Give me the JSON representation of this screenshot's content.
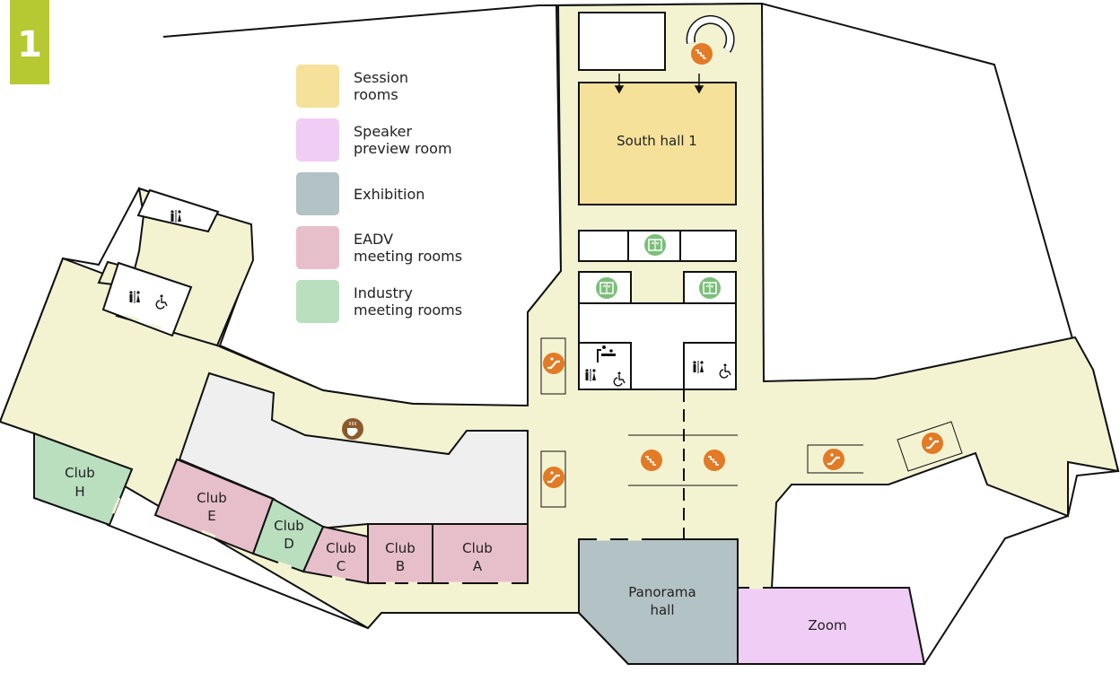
{
  "level": "1",
  "colors": {
    "session": "#f5e19a",
    "speaker_preview": "#f0cdf5",
    "exhibition": "#b3c2c4",
    "eadv": "#e7bfca",
    "industry": "#b9dfbf",
    "corridor": "#f3f3d2",
    "open_area": "#efefef",
    "service_orange": "#e27a26",
    "service_green": "#7bbf7a",
    "cafe_brown": "#8b5a2b",
    "badge_green": "#b6c932"
  },
  "legend": [
    {
      "line1": "Session",
      "line2": "rooms",
      "color": "#f5e19a"
    },
    {
      "line1": "Speaker",
      "line2": "preview room",
      "color": "#f0cdf5"
    },
    {
      "line1": "Exhibition",
      "line2": "",
      "color": "#b3c2c4"
    },
    {
      "line1": "EADV",
      "line2": "meeting rooms",
      "color": "#e7bfca"
    },
    {
      "line1": "Industry",
      "line2": "meeting rooms",
      "color": "#b9dfbf"
    }
  ],
  "rooms": {
    "south_hall": "South hall 1",
    "panorama_1": "Panorama",
    "panorama_2": "hall",
    "zoom": "Zoom",
    "club_a_1": "Club",
    "club_a_2": "A",
    "club_b_1": "Club",
    "club_b_2": "B",
    "club_c_1": "Club",
    "club_c_2": "C",
    "club_d_1": "Club",
    "club_d_2": "D",
    "club_e_1": "Club",
    "club_e_2": "E",
    "club_h_1": "Club",
    "club_h_2": "H"
  },
  "icons": {
    "stairs": "stairs-icon",
    "escalator": "escalator-icon",
    "elevator": "elevator-icon",
    "restroom": "restroom-icon",
    "accessible": "wheelchair-icon",
    "cafe": "coffee-icon",
    "baby_change": "baby-change-icon"
  }
}
